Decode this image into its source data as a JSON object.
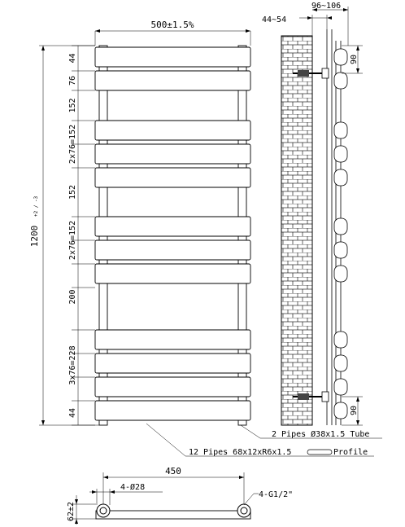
{
  "front_view": {
    "width_label": "500±1.5%",
    "height_label": "1200",
    "height_tolerance": "+2 / -3",
    "left_dims": [
      "44",
      "76",
      "152",
      "2x76=152",
      "152",
      "2x76=152",
      "200",
      "3x76=228",
      "44"
    ],
    "note_pipes": "2 Pipes  Ø38x1.5 Tube",
    "note_profile": "12 Pipes 68x12xR6x1.5",
    "note_profile_suffix": "Profile"
  },
  "side_view": {
    "wall_gap_label": "44~54",
    "depth_label": "96~106",
    "top_bracket_label": "90",
    "bottom_bracket_label": "90"
  },
  "bottom_view": {
    "centers_label": "450",
    "holes_label": "4-Ø28",
    "thread_label": "4-G1/2\"",
    "height_label": "62±2"
  }
}
